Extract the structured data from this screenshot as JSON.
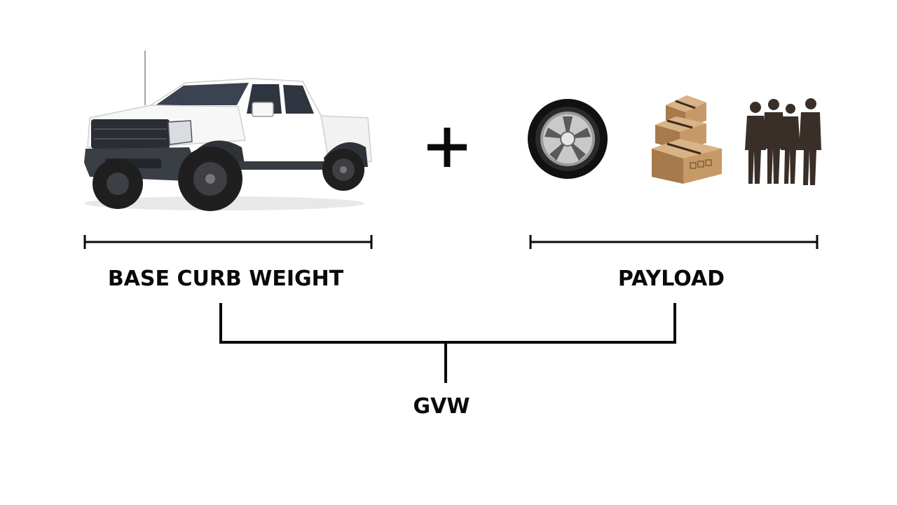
{
  "operator": "+",
  "left_group": {
    "label": "BASE CURB WEIGHT",
    "icon": "pickup-truck-icon"
  },
  "right_group": {
    "label": "PAYLOAD",
    "icons": [
      "tire-icon",
      "boxes-icon",
      "people-silhouettes-icon"
    ]
  },
  "result": {
    "label": "GVW"
  },
  "colors": {
    "line": "#0a0a0a",
    "text": "#0a0a0a",
    "box": "#b88a5a",
    "silhouette": "#3a2f28"
  }
}
